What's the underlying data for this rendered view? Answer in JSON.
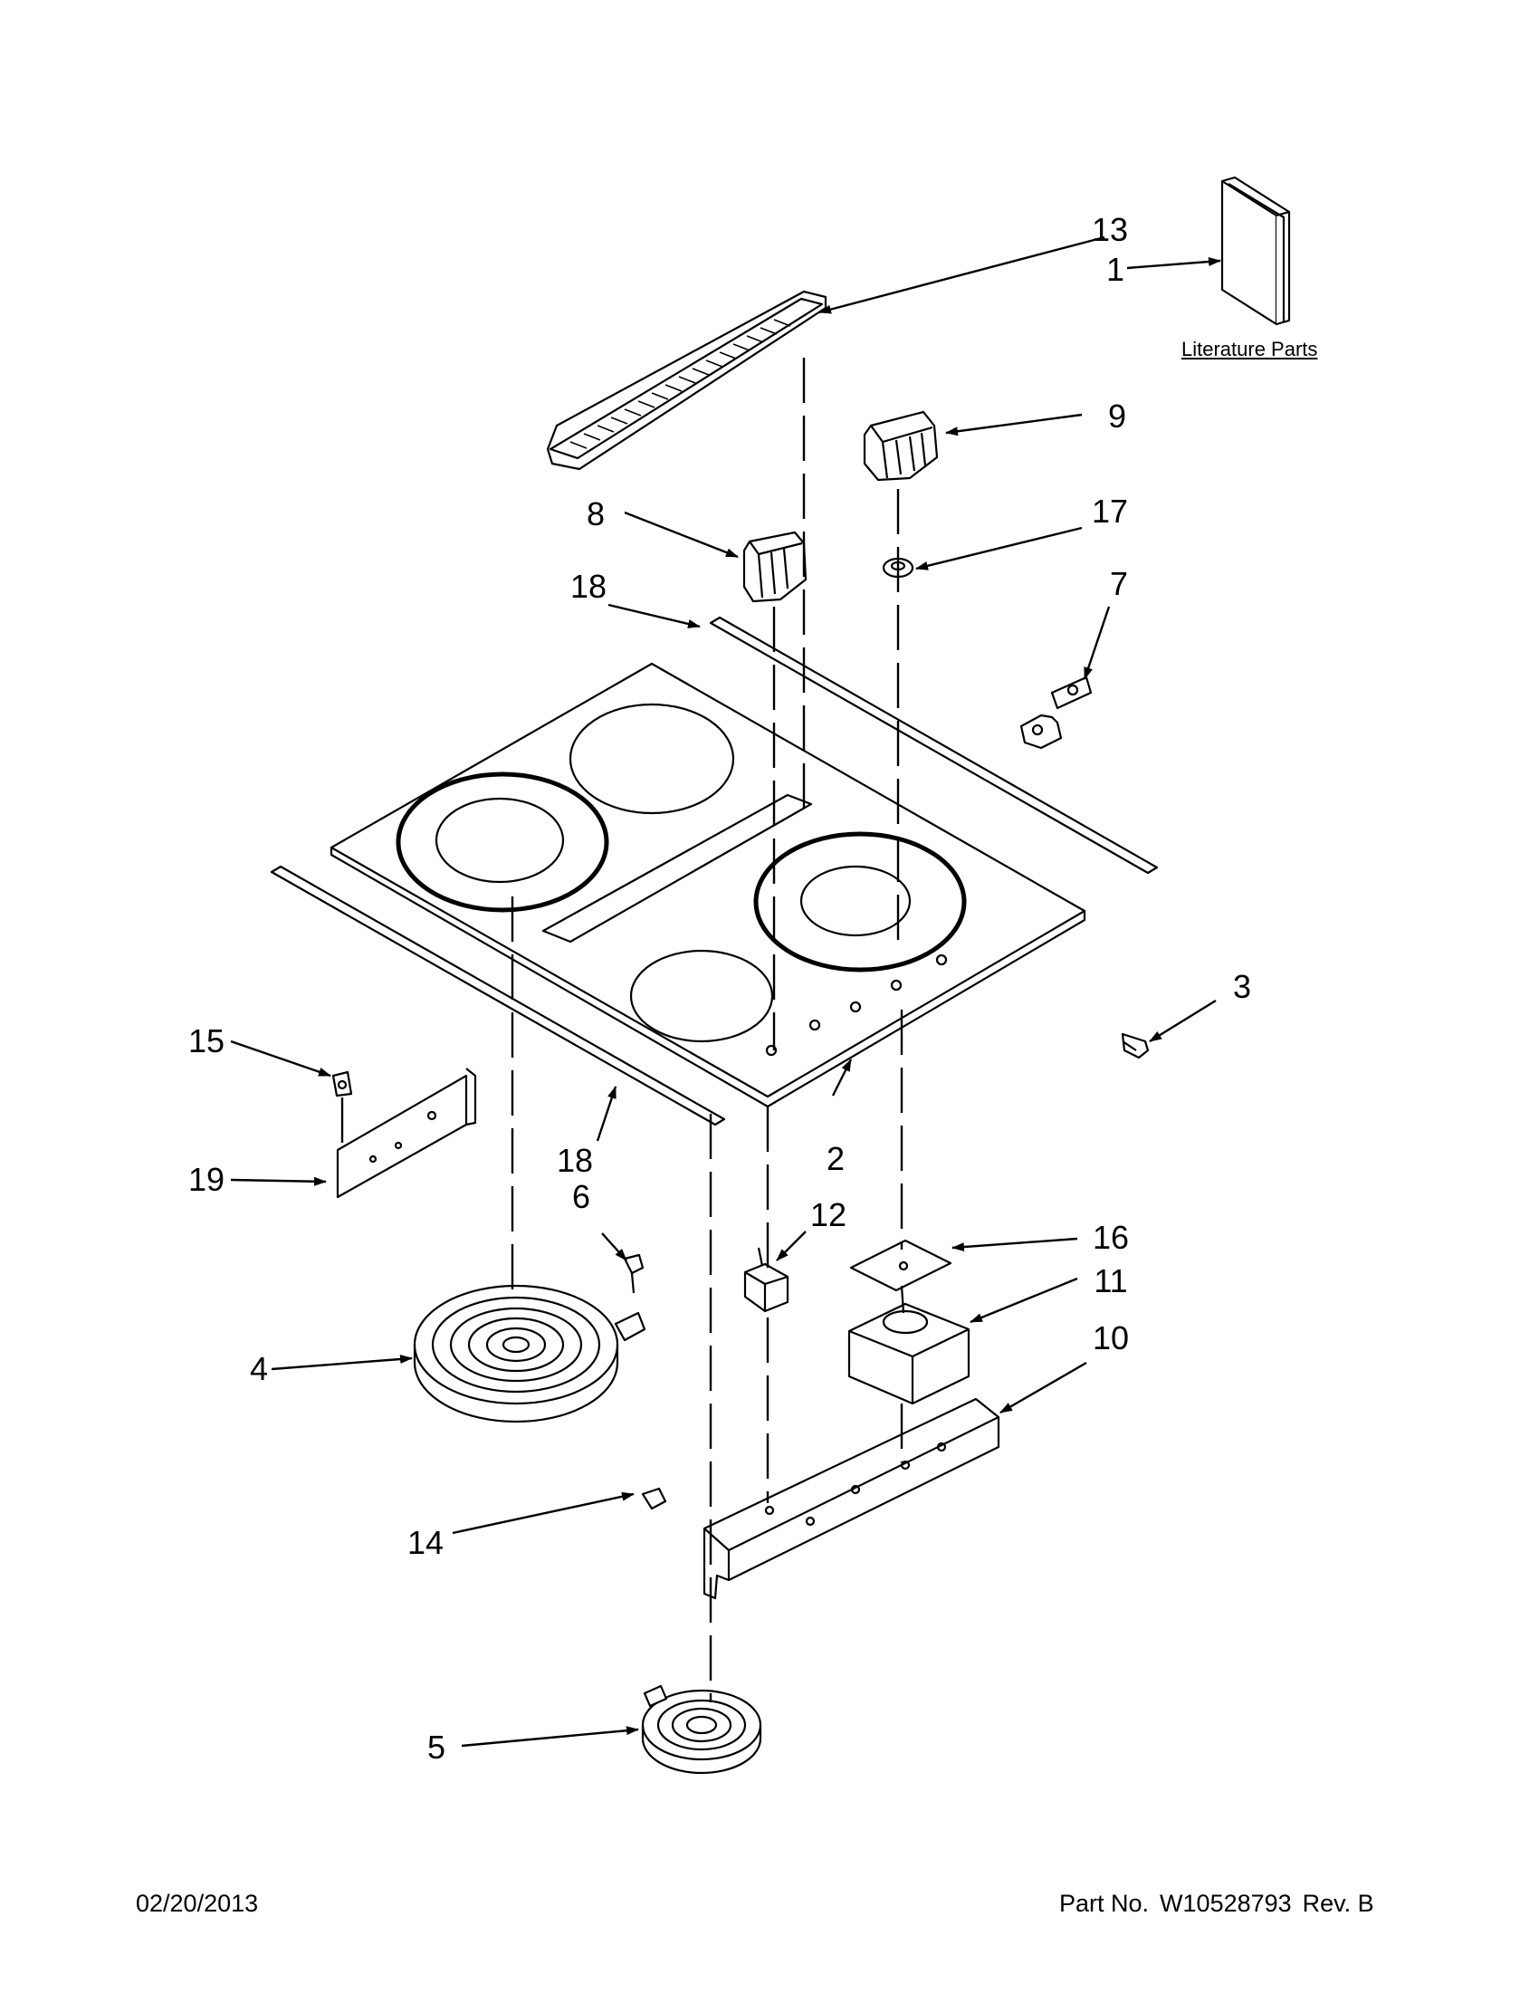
{
  "literature": "Literature Parts",
  "callouts": [
    {
      "id": "n1",
      "label": "1"
    },
    {
      "id": "n2",
      "label": "2"
    },
    {
      "id": "n3",
      "label": "3"
    },
    {
      "id": "n4",
      "label": "4"
    },
    {
      "id": "n5",
      "label": "5"
    },
    {
      "id": "n6",
      "label": "6"
    },
    {
      "id": "n7",
      "label": "7"
    },
    {
      "id": "n8",
      "label": "8"
    },
    {
      "id": "n9",
      "label": "9"
    },
    {
      "id": "n10",
      "label": "10"
    },
    {
      "id": "n11",
      "label": "11"
    },
    {
      "id": "n12",
      "label": "12"
    },
    {
      "id": "n13",
      "label": "13"
    },
    {
      "id": "n14",
      "label": "14"
    },
    {
      "id": "n15",
      "label": "15"
    },
    {
      "id": "n16",
      "label": "16"
    },
    {
      "id": "n17",
      "label": "17"
    },
    {
      "id": "n18a",
      "label": "18"
    },
    {
      "id": "n18b",
      "label": "18"
    },
    {
      "id": "n19",
      "label": "19"
    }
  ],
  "footer": {
    "date": "02/20/2013",
    "part_prefix": "Part No.",
    "part_number": "W10528793",
    "rev": "Rev. B"
  }
}
